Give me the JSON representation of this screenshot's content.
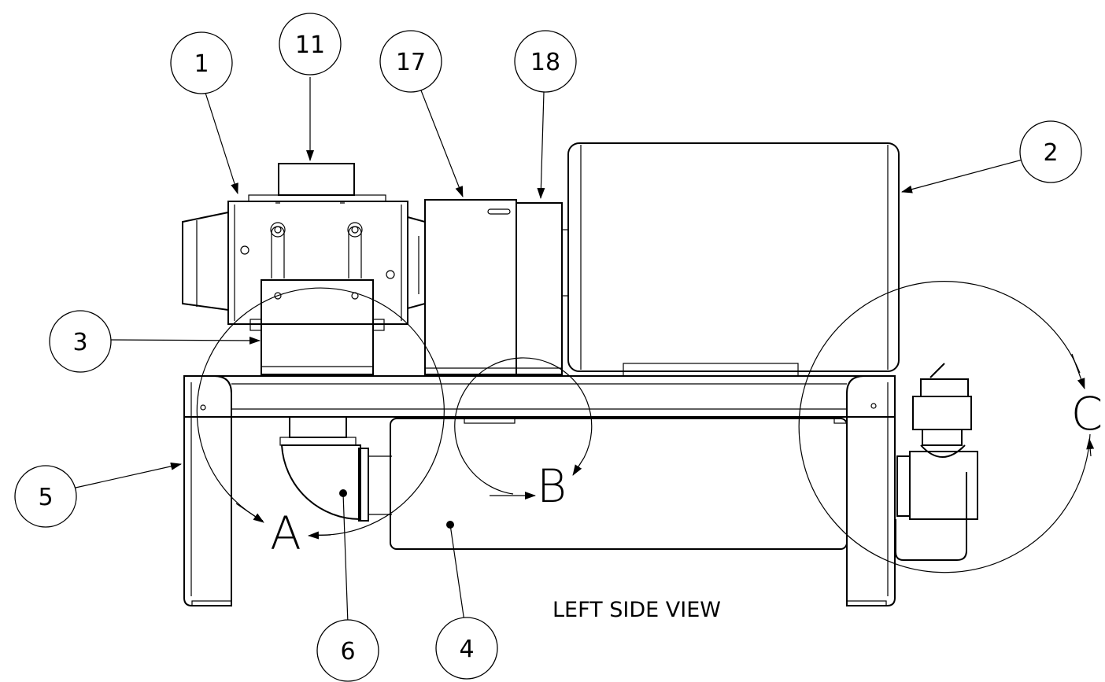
{
  "view_title": "LEFT SIDE VIEW",
  "balloons": {
    "b1": "1",
    "b11": "11",
    "b17": "17",
    "b18": "18",
    "b2": "2",
    "b3": "3",
    "b5": "5",
    "b6": "6",
    "b4": "4"
  },
  "detail_labels": {
    "a": "A",
    "b": "B",
    "c": "C"
  }
}
